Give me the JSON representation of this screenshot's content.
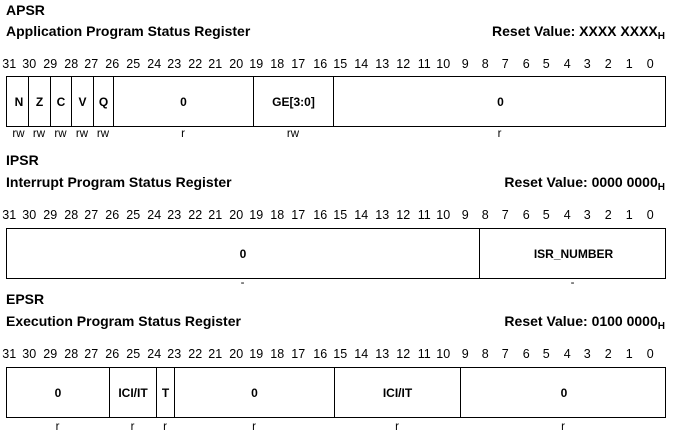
{
  "bits": [
    "31",
    "30",
    "29",
    "28",
    "27",
    "26",
    "25",
    "24",
    "23",
    "22",
    "21",
    "20",
    "19",
    "18",
    "17",
    "16",
    "15",
    "14",
    "13",
    "12",
    "11",
    "10",
    "9",
    "8",
    "7",
    "6",
    "5",
    "4",
    "3",
    "2",
    "1",
    "0"
  ],
  "apsr": {
    "abbr": "APSR",
    "title": "Application Program Status Register",
    "reset_label": "Reset Value: XXXX XXXX",
    "reset_sub": "H",
    "fields": [
      {
        "label": "N",
        "hi": 31,
        "lo": 31,
        "access": "rw"
      },
      {
        "label": "Z",
        "hi": 30,
        "lo": 30,
        "access": "rw"
      },
      {
        "label": "C",
        "hi": 29,
        "lo": 29,
        "access": "rw"
      },
      {
        "label": "V",
        "hi": 28,
        "lo": 28,
        "access": "rw"
      },
      {
        "label": "Q",
        "hi": 27,
        "lo": 27,
        "access": "rw"
      },
      {
        "label": "0",
        "hi": 26,
        "lo": 20,
        "access": "r"
      },
      {
        "label": "GE[3:0]",
        "hi": 19,
        "lo": 16,
        "access": "rw"
      },
      {
        "label": "0",
        "hi": 15,
        "lo": 0,
        "access": "r"
      }
    ]
  },
  "ipsr": {
    "abbr": "IPSR",
    "title": "Interrupt Program Status Register",
    "reset_label": "Reset Value: 0000 0000",
    "reset_sub": "H",
    "fields": [
      {
        "label": "0",
        "hi": 31,
        "lo": 9,
        "access": "-"
      },
      {
        "label": "ISR_NUMBER",
        "hi": 8,
        "lo": 0,
        "access": "-"
      }
    ]
  },
  "epsr": {
    "abbr": "EPSR",
    "title": "Execution Program Status Register",
    "reset_label": "Reset Value: 0100 0000",
    "reset_sub": "H",
    "fields": [
      {
        "label": "0",
        "hi": 31,
        "lo": 27,
        "access": "r"
      },
      {
        "label": "ICI/IT",
        "hi": 26,
        "lo": 25,
        "access": "r"
      },
      {
        "label": "T",
        "hi": 24,
        "lo": 24,
        "access": "r"
      },
      {
        "label": "0",
        "hi": 23,
        "lo": 16,
        "access": "r"
      },
      {
        "label": "ICI/IT",
        "hi": 15,
        "lo": 10,
        "access": "r"
      },
      {
        "label": "0",
        "hi": 9,
        "lo": 0,
        "access": "r"
      }
    ]
  }
}
